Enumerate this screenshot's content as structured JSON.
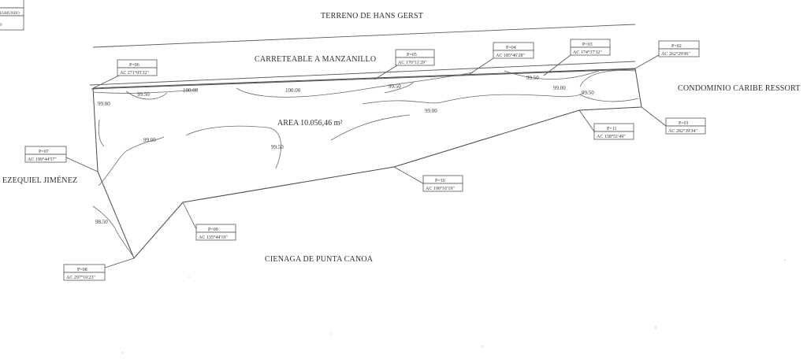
{
  "corner_table": {
    "rows": [
      "ESMUNDO",
      "9"
    ]
  },
  "regions": {
    "north": "TERRENO DE HANS GERST",
    "road": "CARRETEABLE A MANZANILLO",
    "east": "CONDOMINIO CARIBE RESSORT",
    "west": "EZEQUIEL JIMÉNEZ",
    "south": "CIENAGA DE PUNTA CANOA",
    "area": "AREA  10.056,46 m²"
  },
  "points": [
    {
      "id": "p06",
      "name": "P=06",
      "angle": "AC 271°05'32\""
    },
    {
      "id": "p05a",
      "name": "P=05",
      "angle": "AC 176°11'29\""
    },
    {
      "id": "p04",
      "name": "P=04",
      "angle": "AC 185°46'28\""
    },
    {
      "id": "p03",
      "name": "P=03",
      "angle": "AC 174°37'32\""
    },
    {
      "id": "p02",
      "name": "P=02",
      "angle": "AC 262°29'06\""
    },
    {
      "id": "p01",
      "name": "P=01",
      "angle": "AC 282°39'34\""
    },
    {
      "id": "p11",
      "name": "P=11",
      "angle": "AC 158°51'49\""
    },
    {
      "id": "p07",
      "name": "P=07",
      "angle": "AC 199°44'57\""
    },
    {
      "id": "p10",
      "name": "P=10",
      "angle": "AC 190°16'19\""
    },
    {
      "id": "p09",
      "name": "P=09",
      "angle": "AC 135°44'19\""
    },
    {
      "id": "p08",
      "name": "P=08",
      "angle": "AC 297°16'23\""
    }
  ],
  "contours": [
    {
      "id": "c1",
      "label": "99.00"
    },
    {
      "id": "c2",
      "label": "99.50"
    },
    {
      "id": "c3",
      "label": "100.00"
    },
    {
      "id": "c4",
      "label": "100.00"
    },
    {
      "id": "c5",
      "label": "99.50"
    },
    {
      "id": "c6",
      "label": "99.50"
    },
    {
      "id": "c7",
      "label": "99.00"
    },
    {
      "id": "c8",
      "label": "99.50"
    },
    {
      "id": "c9",
      "label": "99.00"
    },
    {
      "id": "c10",
      "label": "99.00"
    },
    {
      "id": "c11",
      "label": "99.50"
    },
    {
      "id": "c12",
      "label": "98.50"
    }
  ]
}
